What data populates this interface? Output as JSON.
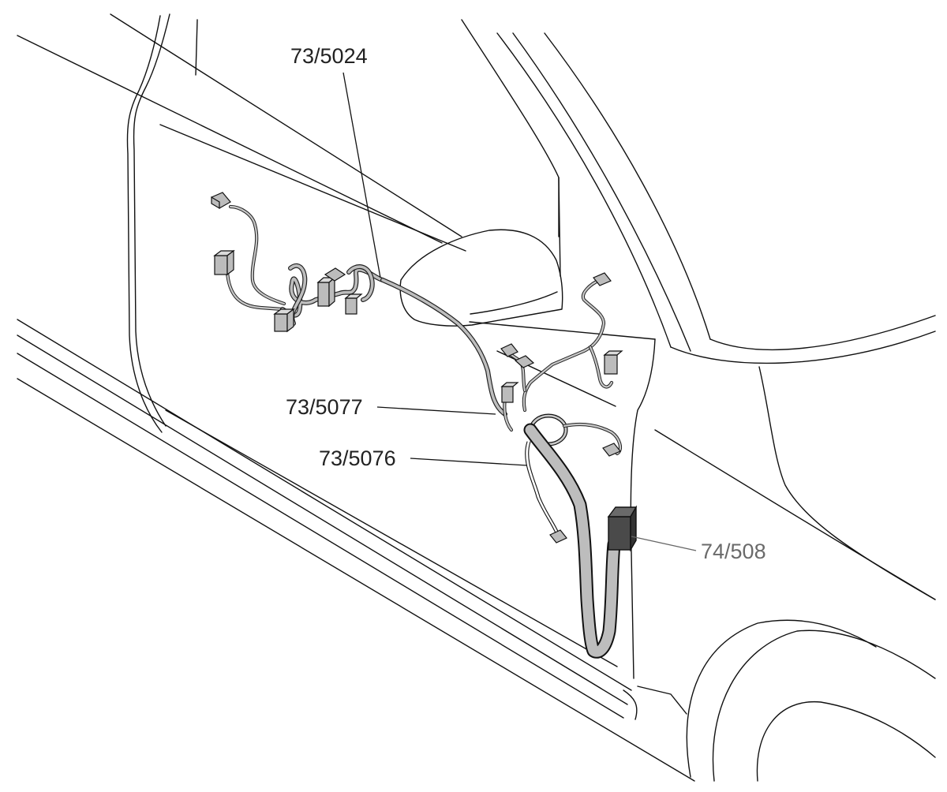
{
  "callouts": {
    "c1": "73/5024",
    "c2": "73/5077",
    "c3": "73/5076",
    "c4": "74/508"
  },
  "colors": {
    "line": "#111111",
    "harness_fill": "#bdbdbd",
    "module_fill": "#4a4a4a",
    "grey_label": "#6a6a6a"
  }
}
